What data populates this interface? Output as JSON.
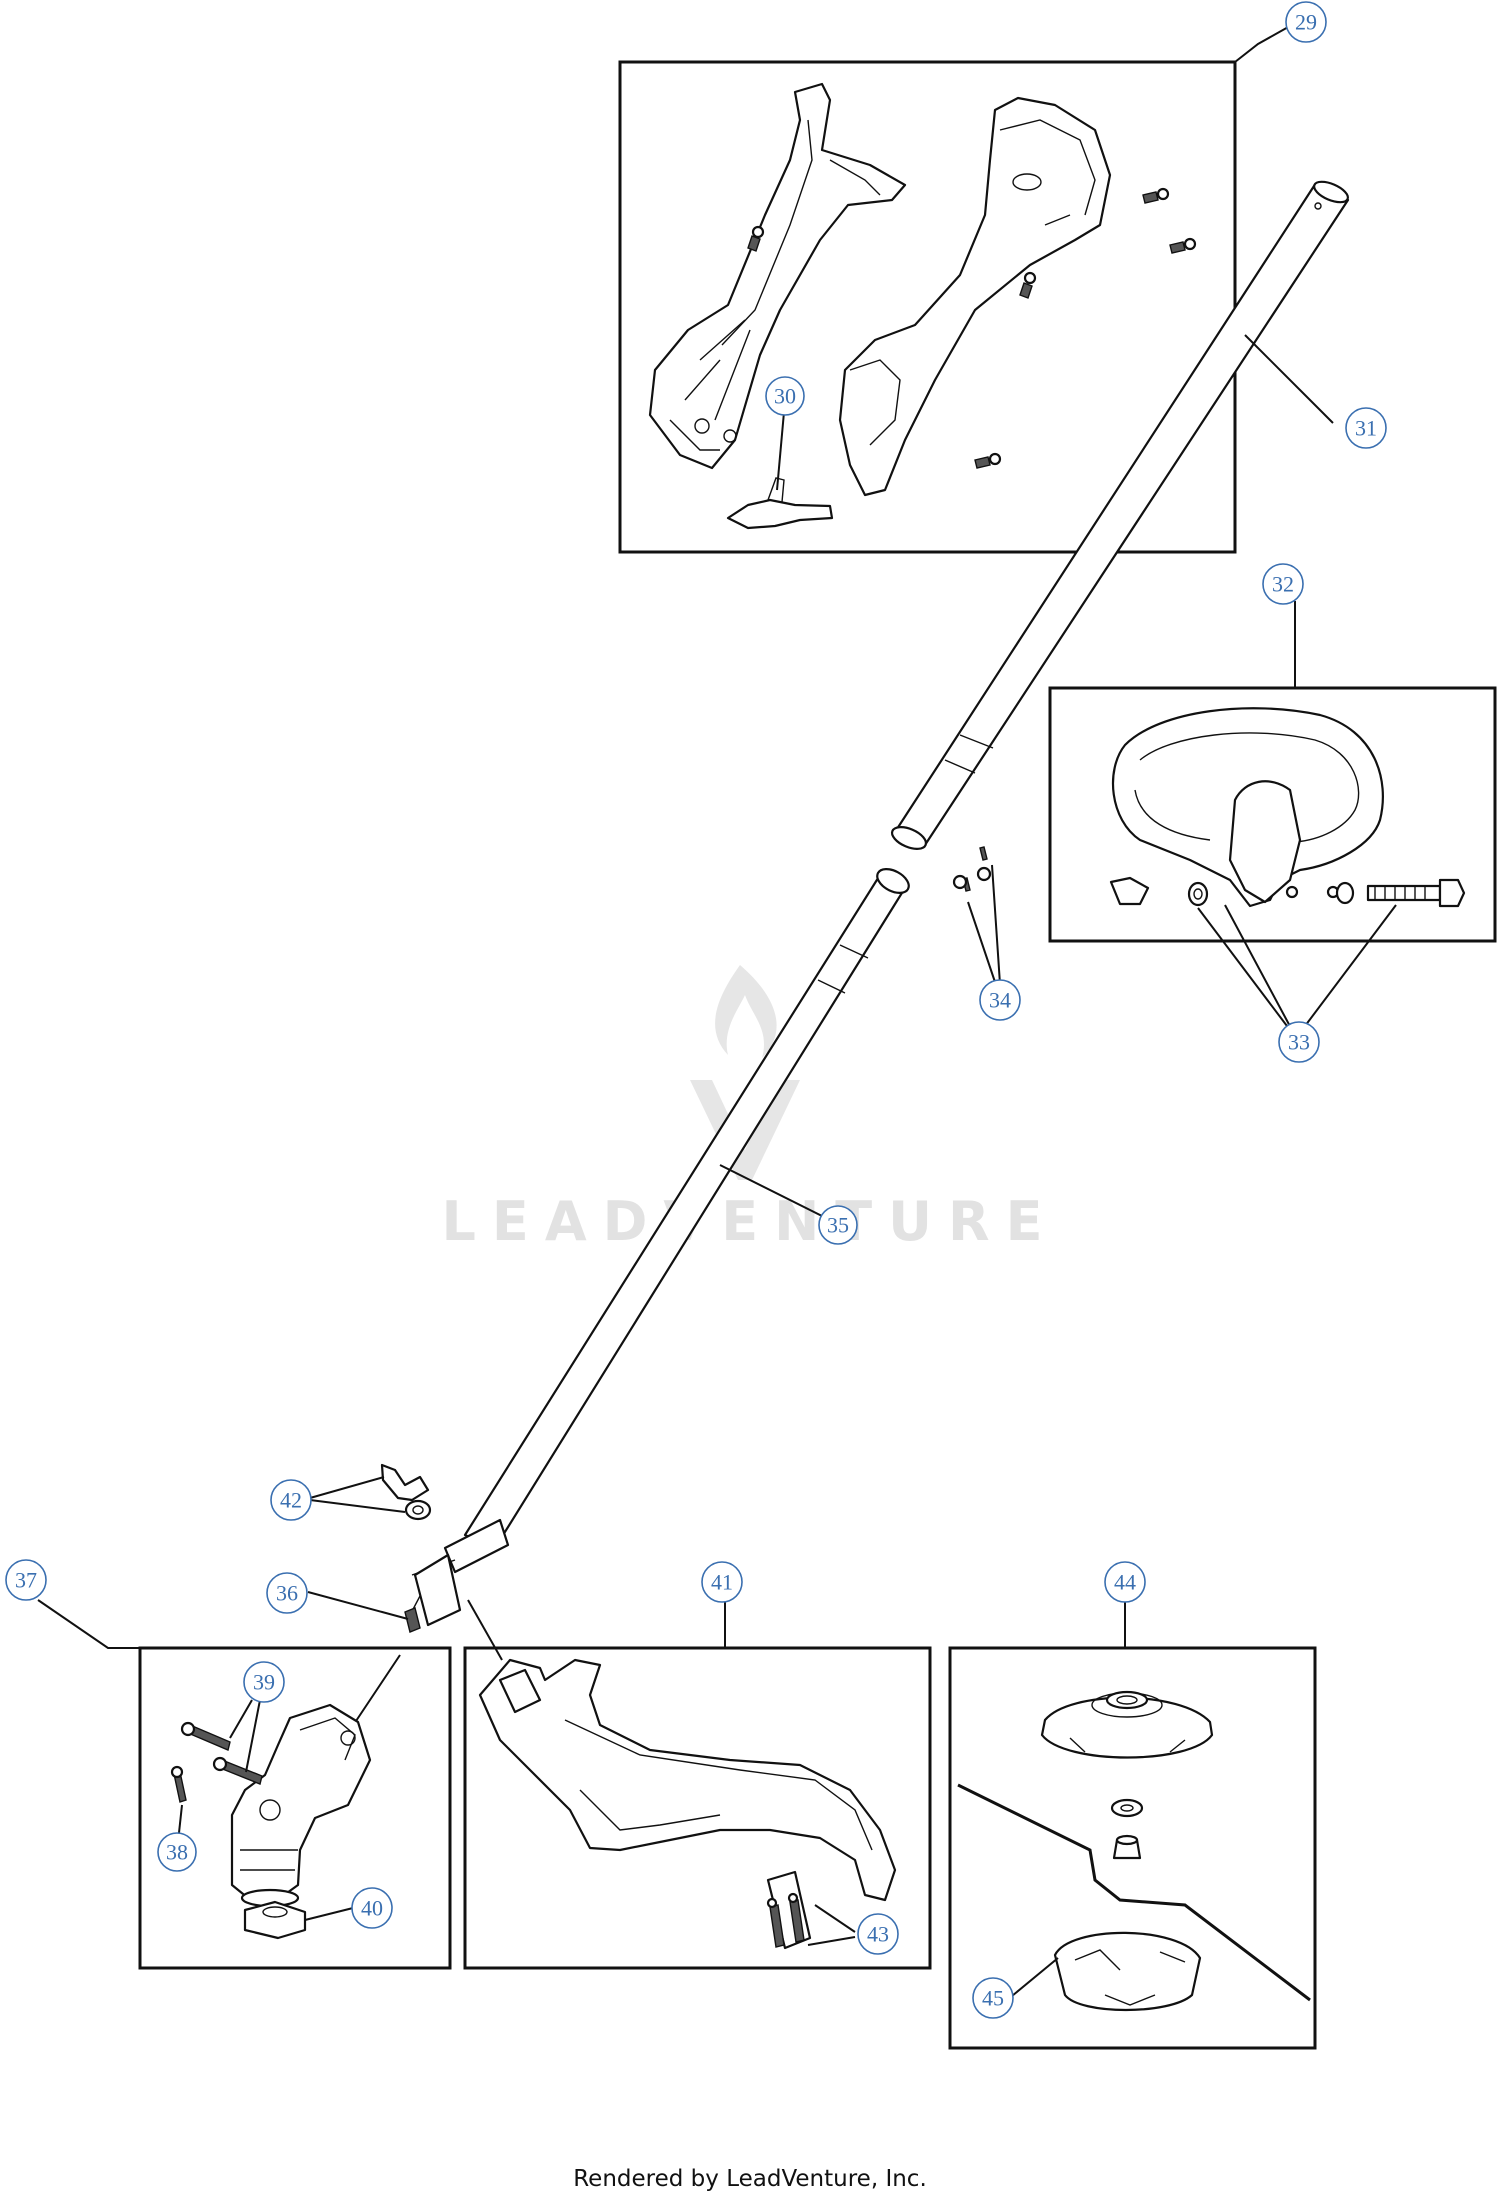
{
  "watermark": {
    "text": "LEADVENTURE"
  },
  "footer": {
    "text": "Rendered by LeadVenture, Inc."
  },
  "callouts": [
    {
      "id": "c29",
      "label": "29"
    },
    {
      "id": "c30",
      "label": "30"
    },
    {
      "id": "c31",
      "label": "31"
    },
    {
      "id": "c32",
      "label": "32"
    },
    {
      "id": "c33",
      "label": "33"
    },
    {
      "id": "c34",
      "label": "34"
    },
    {
      "id": "c35",
      "label": "35"
    },
    {
      "id": "c36",
      "label": "36"
    },
    {
      "id": "c37",
      "label": "37"
    },
    {
      "id": "c38",
      "label": "38"
    },
    {
      "id": "c39",
      "label": "39"
    },
    {
      "id": "c40",
      "label": "40"
    },
    {
      "id": "c41",
      "label": "41"
    },
    {
      "id": "c42",
      "label": "42"
    },
    {
      "id": "c43",
      "label": "43"
    },
    {
      "id": "c44",
      "label": "44"
    },
    {
      "id": "c45",
      "label": "45"
    }
  ]
}
